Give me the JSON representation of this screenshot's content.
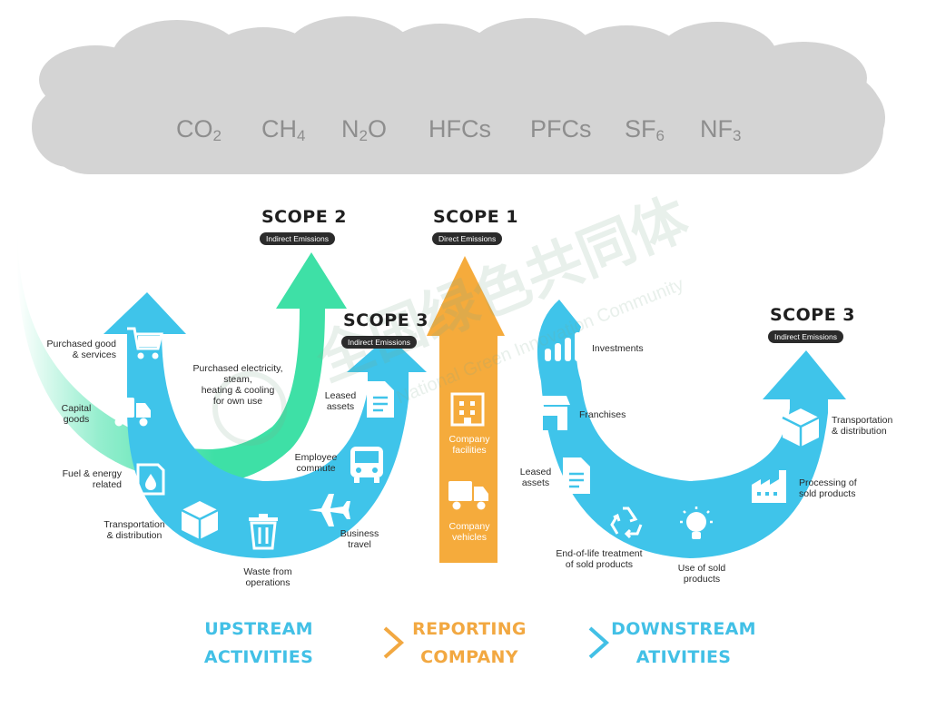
{
  "gases": [
    {
      "main": "CO",
      "sub": "2"
    },
    {
      "main": "CH",
      "sub": "4"
    },
    {
      "main": "N",
      "sub": "2",
      "tail": "O"
    },
    {
      "main": "HFCs",
      "sub": ""
    },
    {
      "main": "PFCs",
      "sub": ""
    },
    {
      "main": "SF",
      "sub": "6"
    },
    {
      "main": "NF",
      "sub": "3"
    }
  ],
  "scopes": {
    "scope2": {
      "title": "SCOPE 2",
      "subtitle": "Indirect Emissions"
    },
    "scope1": {
      "title": "SCOPE 1",
      "subtitle": "Direct Emissions"
    },
    "scope3_upstream": {
      "title": "SCOPE 3",
      "subtitle": "Indirect Emissions"
    },
    "scope3_downstream": {
      "title": "SCOPE 3",
      "subtitle": "Indirect Emissions"
    }
  },
  "upstream_items": {
    "purchased_goods": "Purchased good\n& services",
    "capital_goods": "Capital\ngoods",
    "fuel_energy": "Fuel & energy\nrelated",
    "transport": "Transportation\n& distribution",
    "waste": "Waste from\noperations",
    "business_travel": "Business\ntravel",
    "employee_commute": "Employee\ncommute",
    "leased_assets": "Leased\nassets"
  },
  "scope2_item": "Purchased electricity,\nsteam,\nheating & cooling\nfor own use",
  "scope1_items": {
    "facilities": "Company\nfacilities",
    "vehicles": "Company\nvehicles"
  },
  "downstream_items": {
    "investments": "Investments",
    "franchises": "Franchises",
    "leased_assets": "Leased\nassets",
    "end_of_life": "End-of-life treatment\nof sold products",
    "use_of_sold": "Use of sold\nproducts",
    "processing": "Processing of\nsold products",
    "transport": "Transportation\n& distribution"
  },
  "flow": {
    "upstream": "UPSTREAM\nACTIVITIES",
    "reporting": "REPORTING\nCOMPANY",
    "downstream": "DOWNSTREAM\nATIVITIES"
  },
  "watermark": {
    "cn": "全国绿色共同体",
    "en": "National Green Innovation Community"
  },
  "colors": {
    "cloud": "#d4d4d4",
    "gas_text": "#8e8e8e",
    "blue": "#3fc4ea",
    "green": "#3ee0a6",
    "orange": "#f5ab3c",
    "flow_blue": "#42c0e6",
    "flow_orange": "#f2a841",
    "dark": "#1f1f1f"
  },
  "icons": [
    "cart-icon",
    "truck-icon",
    "fuel-can-icon",
    "box-icon",
    "trash-icon",
    "airplane-icon",
    "bus-icon",
    "document-icon",
    "lightning-icon",
    "building-icon",
    "truck-icon",
    "bar-chart-icon",
    "store-icon",
    "document-icon",
    "recycle-icon",
    "lightbulb-icon",
    "factory-icon",
    "box-icon",
    "arrow-right-icon"
  ]
}
